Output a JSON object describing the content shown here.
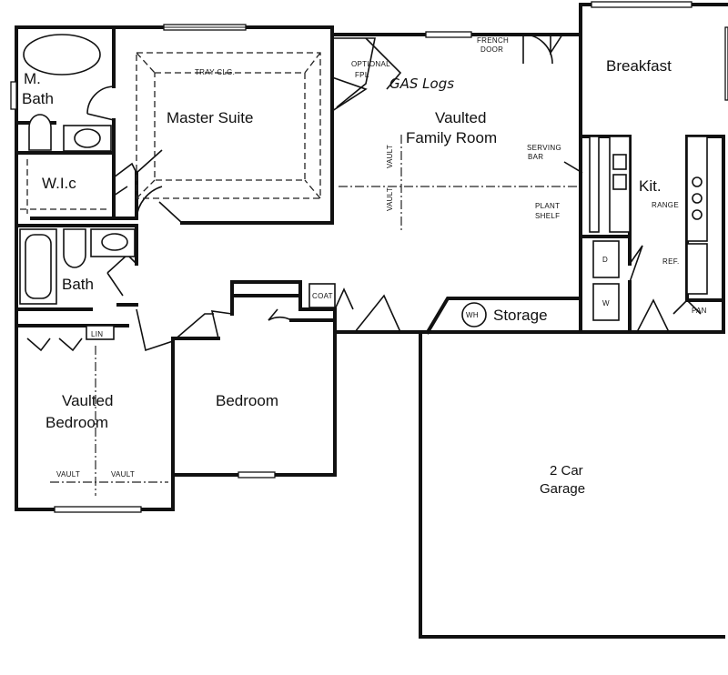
{
  "rooms": {
    "master_bath_line1": "M.",
    "master_bath_line2": "Bath",
    "master_suite": "Master Suite",
    "tray_ceiling": "TRAY CLG.",
    "walk_in_closet": "W.I.c",
    "optional_fpl_line1": "OPTIONAL",
    "optional_fpl_line2": "FPL",
    "gas_logs": "GAS Logs",
    "french_door_line1": "FRENCH",
    "french_door_line2": "DOOR",
    "family_room_line1": "Vaulted",
    "family_room_line2": "Family Room",
    "breakfast": "Breakfast",
    "serving_bar_line1": "SERVING",
    "serving_bar_line2": "BAR",
    "plant_shelf_line1": "PLANT",
    "plant_shelf_line2": "SHELF",
    "kitchen": "Kit.",
    "range": "RANGE",
    "refrigerator": "REF.",
    "pantry": "PAN",
    "bath": "Bath",
    "linen": "LIN",
    "coat": "COAT",
    "water_heater": "WH",
    "storage": "Storage",
    "vaulted_bedroom_line1": "Vaulted",
    "vaulted_bedroom_line2": "Bedroom",
    "bedroom": "Bedroom",
    "garage_line1": "2 Car",
    "garage_line2": "Garage",
    "vault_left": "VAULT",
    "vault_right": "VAULT",
    "vault_vertical_1": "VAULT",
    "vault_vertical_2": "VAULT",
    "dryer": "D",
    "washer": "W"
  }
}
